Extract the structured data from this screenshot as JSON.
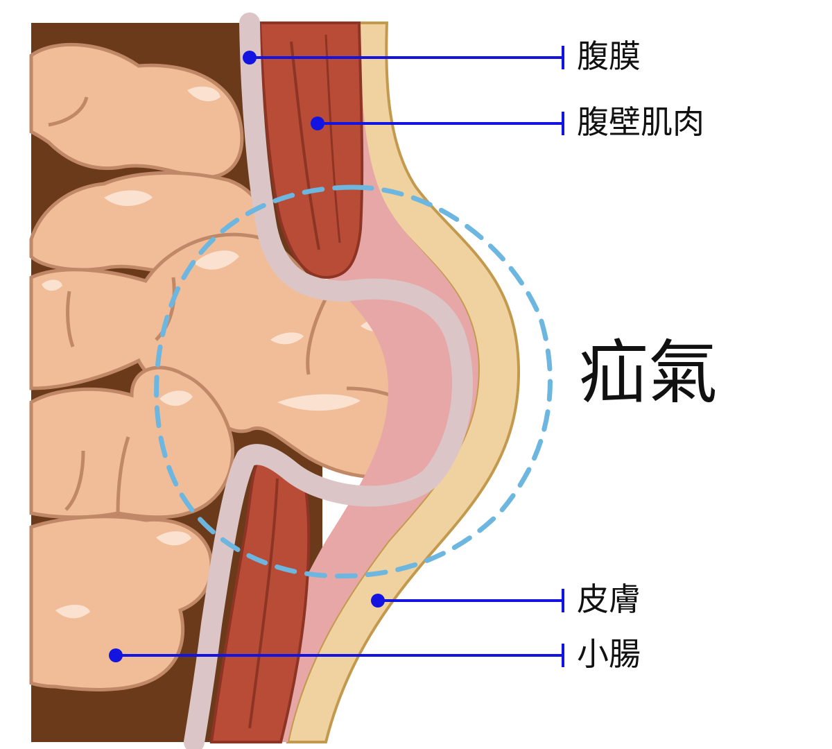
{
  "diagram": {
    "title": "疝氣",
    "labels": {
      "peritoneum": "腹膜",
      "abdominal_muscle": "腹壁肌肉",
      "skin": "皮膚",
      "small_intestine": "小腸"
    },
    "colors": {
      "background_cavity": "#6b3a1a",
      "intestine": "#f0bd98",
      "intestine_shadow": "#c08866",
      "intestine_highlight": "#fbe2d0",
      "peritoneum": "#dcc5c7",
      "muscle": "#b94c36",
      "muscle_dark": "#8e3424",
      "subcutaneous": "#e6a7a6",
      "skin": "#efd2a0",
      "skin_edge": "#c39a4d",
      "leader_line": "#1414e0",
      "hernia_outline": "#6cb6e0"
    }
  }
}
